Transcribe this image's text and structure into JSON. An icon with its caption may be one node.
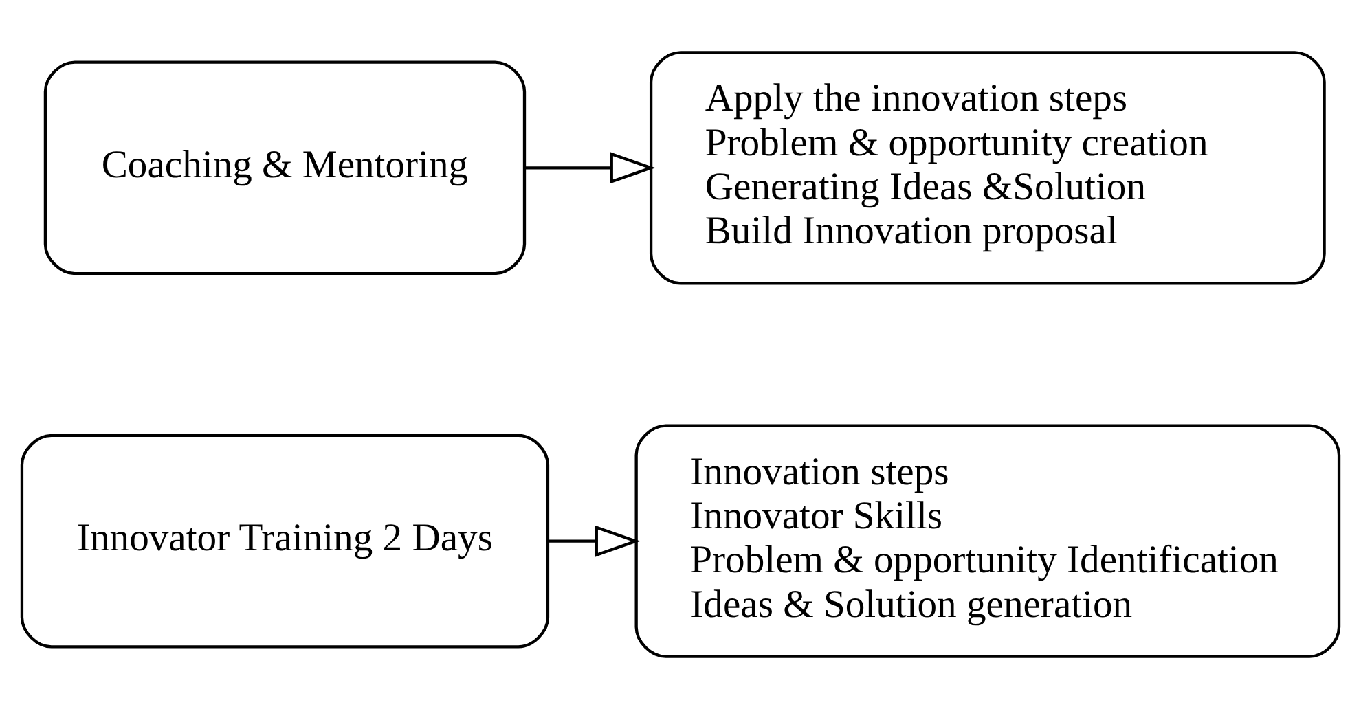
{
  "diagram": {
    "nodes": [
      {
        "text": [
          "Innovator Training 2 Days"
        ]
      },
      {
        "text": [
          "Innovation steps",
          "Innovator Skills",
          "Problem & opportunity Identification",
          "Ideas & Solution generation"
        ]
      },
      {
        "text": [
          "Coaching & Mentoring"
        ]
      },
      {
        "text": [
          "Apply the innovation steps",
          "Problem & opportunity creation",
          "Generating Ideas &Solution",
          "Build Innovation proposal"
        ]
      }
    ],
    "edges": [
      {
        "from": 0,
        "to": 1,
        "arrow": "to"
      },
      {
        "from": 2,
        "to": 3,
        "arrow": "to"
      }
    ]
  }
}
